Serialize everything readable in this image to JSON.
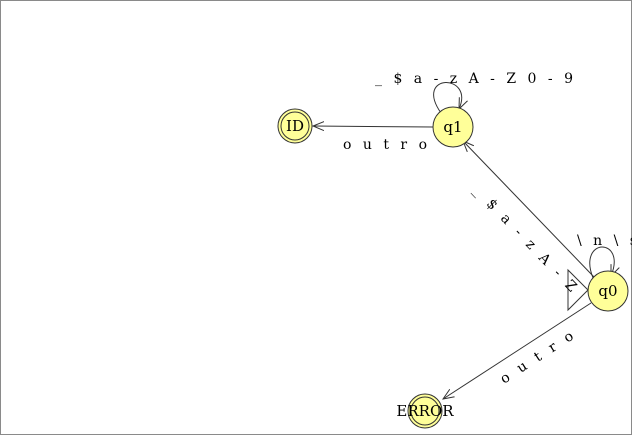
{
  "colors": {
    "state_fill": "#ffff99",
    "stroke": "#333333",
    "frame": "#8a8a8a"
  },
  "states": {
    "id": {
      "label": "ID",
      "accepting": true
    },
    "q1": {
      "label": "q1",
      "accepting": false
    },
    "q0": {
      "label": "q0",
      "accepting": false,
      "initial": true
    },
    "error": {
      "label": "ERROR",
      "accepting": true
    }
  },
  "transitions": {
    "q1_self": "_ $ a - z A - Z 0 - 9",
    "q1_to_id": "o u t r o",
    "q0_to_q1": "_ $ a - z A - Z",
    "q0_self": "\\ n \\ s \\",
    "q0_to_error": "o u t r o"
  }
}
